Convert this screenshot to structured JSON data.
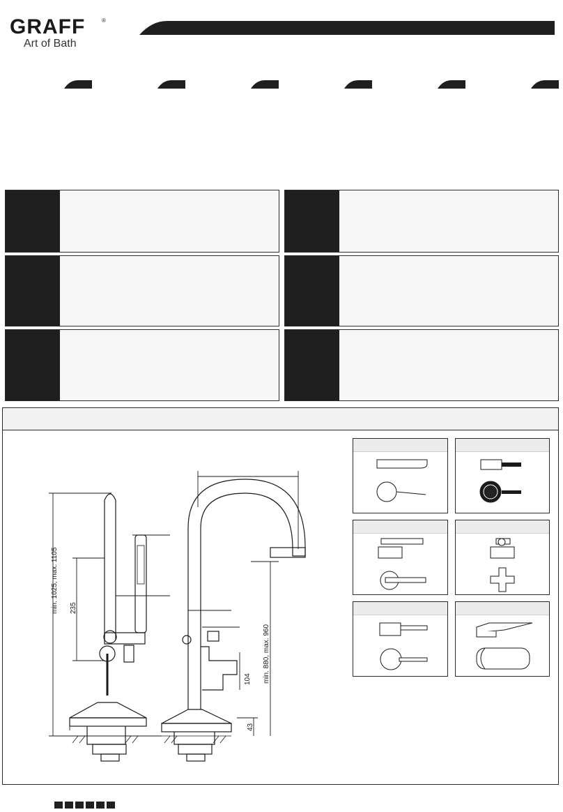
{
  "brand": {
    "name": "GRAFF",
    "registered": "®",
    "tagline": "Art of Bath"
  },
  "tabs": [
    {},
    {},
    {},
    {},
    {},
    {}
  ],
  "spec_rows": [
    [
      {},
      {}
    ],
    [
      {},
      {}
    ],
    [
      {},
      {}
    ]
  ],
  "dimensions": {
    "overall_height": "min. 1025, max. 1105",
    "hand_shower_offset": "235",
    "spout_height": "min. 880, max. 960",
    "valve_height": "104",
    "base_height": "43"
  },
  "handles": [
    {
      "icon": "lever-handle-icon"
    },
    {
      "icon": "knurled-lever-handle-icon"
    },
    {
      "icon": "blade-lever-handle-icon"
    },
    {
      "icon": "cross-handle-icon"
    },
    {
      "icon": "short-lever-handle-icon"
    },
    {
      "icon": "paddle-handle-icon"
    }
  ],
  "footer": {
    "squares": 6
  }
}
